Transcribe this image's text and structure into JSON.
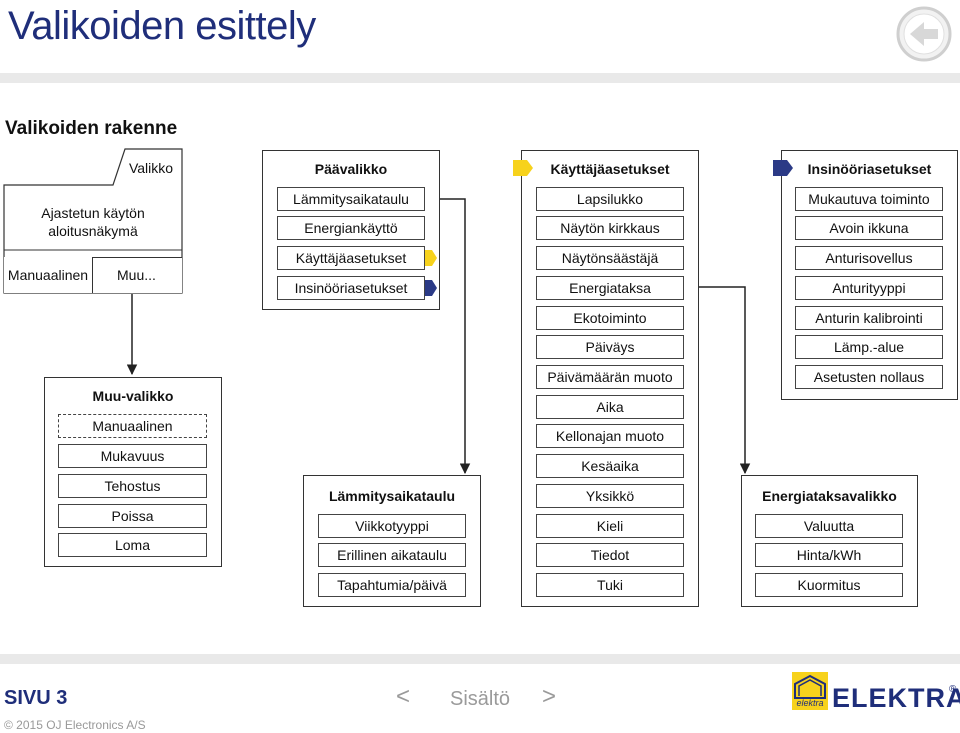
{
  "header": {
    "title": "Valikoiden esittely",
    "back_icon": "back-arrow-icon"
  },
  "section": {
    "title": "Valikoiden rakenne"
  },
  "home": {
    "tab": "Valikko",
    "start_view": "Ajastetun käytön aloitusnäkymä",
    "start_view_line1": "Ajastetun käytön",
    "start_view_line2": "aloitusnäkymä",
    "btn_manual": "Manuaalinen",
    "btn_more": "Muu..."
  },
  "main_menu": {
    "title": "Päävalikko",
    "items": [
      "Lämmitysaikataulu",
      "Energiankäyttö",
      "Käyttäjäasetukset",
      "Insinööriasetukset"
    ]
  },
  "user_settings": {
    "title": "Käyttäjäasetukset",
    "items": [
      "Lapsilukko",
      "Näytön kirkkaus",
      "Näytönsäästäjä",
      "Energiataksa",
      "Ekotoiminto",
      "Päiväys",
      "Päivämäärän muoto",
      "Aika",
      "Kellonajan muoto",
      "Kesäaika",
      "Yksikkö",
      "Kieli",
      "Tiedot",
      "Tuki"
    ]
  },
  "engineer_settings": {
    "title": "Insinööriasetukset",
    "items": [
      "Mukautuva toiminto",
      "Avoin ikkuna",
      "Anturisovellus",
      "Anturityyppi",
      "Anturin kalibrointi",
      "Lämp.-alue",
      "Asetusten nollaus"
    ]
  },
  "more_menu": {
    "title": "Muu-valikko",
    "items": [
      "Manuaalinen",
      "Mukavuus",
      "Tehostus",
      "Poissa",
      "Loma"
    ]
  },
  "schedule_menu": {
    "title": "Lämmitysaikataulu",
    "items": [
      "Viikkotyyppi",
      "Erillinen aikataulu",
      "Tapahtumia/päivä"
    ]
  },
  "tariff_menu": {
    "title": "Energiataksavalikko",
    "items": [
      "Valuutta",
      "Hinta/kWh",
      "Kuormitus"
    ]
  },
  "footer": {
    "page": "SIVU 3",
    "prev": "<",
    "contents": "Sisältö",
    "next": ">",
    "copyright": "© 2015 OJ Electronics A/S",
    "logo_small": "elektra",
    "brand": "ELEKTRA",
    "brand_mark": "®"
  },
  "colors": {
    "title_blue": "#1f2e7a",
    "tag_yellow": "#f7d21c",
    "tag_navy": "#2b3a86",
    "rule_gray": "#e9e9e9"
  }
}
